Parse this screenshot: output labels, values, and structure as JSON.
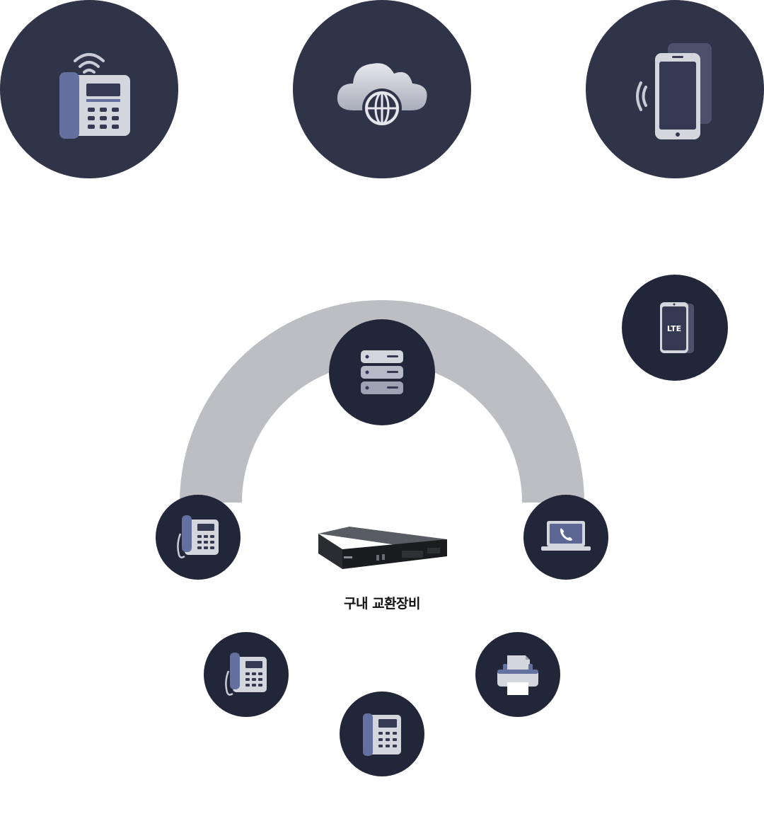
{
  "diagram": {
    "pbx_label": "구내 교환장비",
    "lte_badge": "LTE",
    "colors": {
      "big_circle": "#303449",
      "small_circle": "#222639",
      "arc": "#bdbec3",
      "icon_light": "#d6d8e0",
      "icon_accent": "#6470a0"
    },
    "nodes": [
      {
        "id": "desk-phone-wireless",
        "icon": "wireless-desk-phone-icon"
      },
      {
        "id": "cloud-internet",
        "icon": "cloud-globe-icon"
      },
      {
        "id": "mobile-phone",
        "icon": "smartphone-signal-icon"
      },
      {
        "id": "lte-phone",
        "icon": "lte-phone-icon"
      },
      {
        "id": "server",
        "icon": "server-rack-icon"
      },
      {
        "id": "ip-phone-left",
        "icon": "ip-phone-icon"
      },
      {
        "id": "softphone-laptop",
        "icon": "laptop-phone-icon"
      },
      {
        "id": "ip-phone-lower-left",
        "icon": "ip-phone-icon"
      },
      {
        "id": "desk-phone-bottom",
        "icon": "desk-phone-icon"
      },
      {
        "id": "fax-printer",
        "icon": "printer-icon"
      },
      {
        "id": "pbx-device",
        "icon": "pbx-rack-unit-icon"
      }
    ]
  }
}
